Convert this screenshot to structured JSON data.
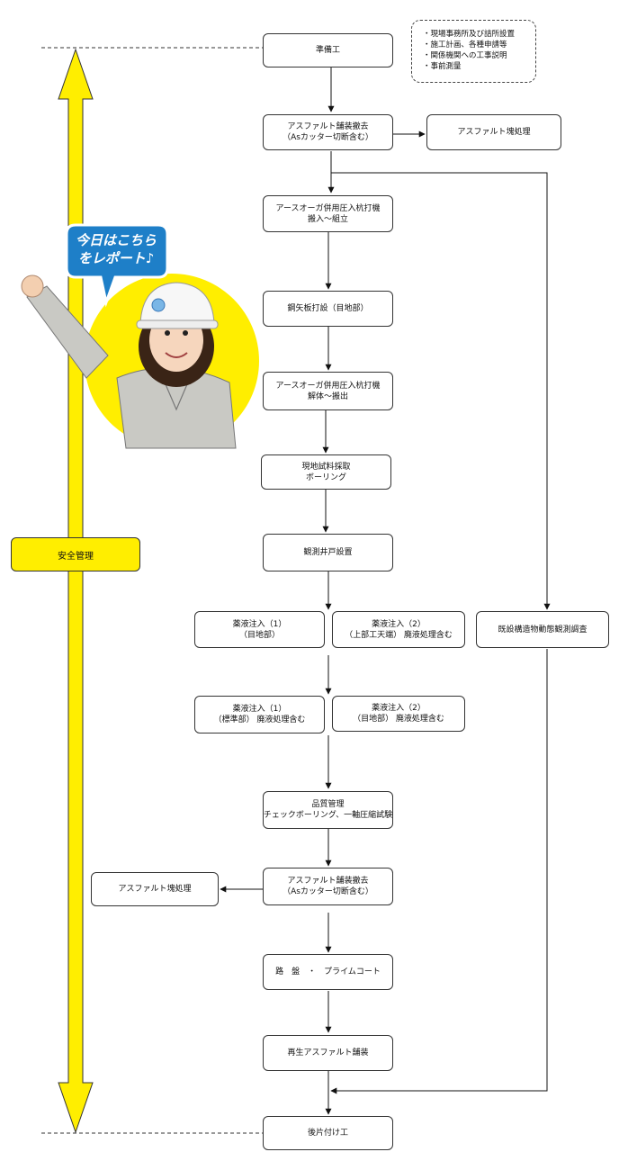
{
  "notes": [
    "・現場事務所及び詰所設置",
    "・施工計画、各種申請等",
    "・関係機関への工事説明",
    "・事前測量"
  ],
  "safety_label": "安全管理",
  "callout": [
    "今日はこちら",
    "をレポート♪"
  ],
  "steps": {
    "prep": [
      "準備工"
    ],
    "asphalt_remove_1": [
      "アスファルト舗装撤去",
      "（Asカッター切断含む）"
    ],
    "asphalt_disposal_1": [
      "アスファルト塊処理"
    ],
    "auger_setup": [
      "アースオーガ併用圧入杭打機",
      "搬入～組立"
    ],
    "sheet_pile": [
      "鋼矢板打設（目地部）"
    ],
    "auger_remove": [
      "アースオーガ併用圧入杭打機",
      "解体～搬出"
    ],
    "sampling": [
      "現地試料採取",
      "ボーリング"
    ],
    "well": [
      "観測井戸設置"
    ],
    "inject_1a": [
      "薬液注入（1）",
      "（目地部）"
    ],
    "inject_2a": [
      "薬液注入（2）",
      "（上部工天端） 廃液処理含む"
    ],
    "monitor": [
      "既設構造物動態観測調査"
    ],
    "inject_1b": [
      "薬液注入（1）",
      "（標準部） 廃液処理含む"
    ],
    "inject_2b": [
      "薬液注入（2）",
      "（目地部） 廃液処理含む"
    ],
    "quality": [
      "品質管理",
      "チェックボーリング、一軸圧縮試験"
    ],
    "asphalt_remove_2": [
      "アスファルト舗装撤去",
      "（Asカッター切断含む）"
    ],
    "asphalt_disposal_2": [
      "アスファルト塊処理"
    ],
    "roadbed": [
      "路　盤　・　プライムコート"
    ],
    "recycled": [
      "再生アスファルト舗装"
    ],
    "cleanup": [
      "後片付け工"
    ]
  },
  "colors": {
    "safety_arrow": "#ffee00",
    "circle": "#ffee00",
    "bubble_border": "#1e7fc8"
  },
  "icons": {
    "worker": "worker-illustration",
    "bubble": "speech-bubble"
  }
}
